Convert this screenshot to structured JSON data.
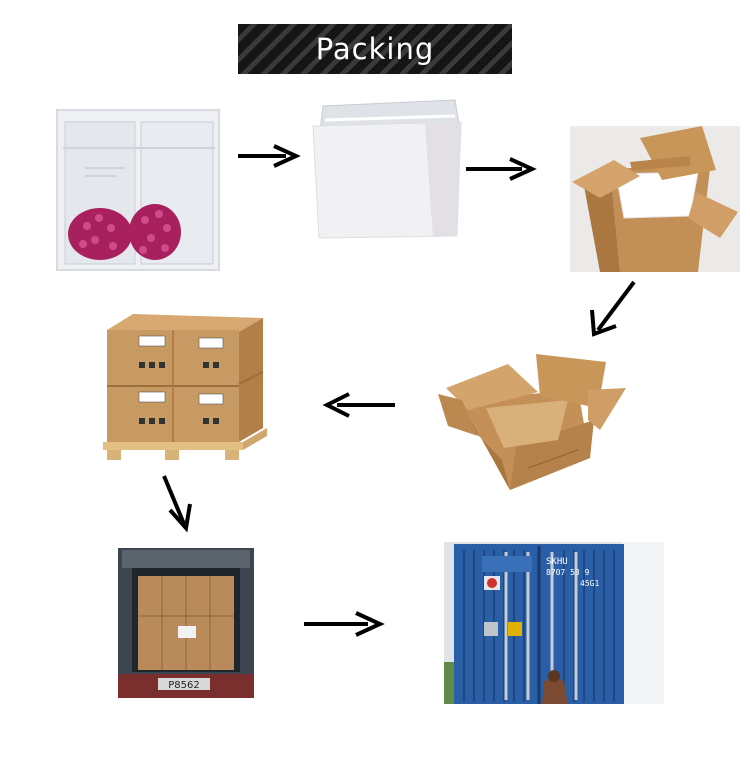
{
  "header": {
    "title": "Packing"
  },
  "steps": [
    {
      "id": "product-in-bag",
      "icon": "product-bag-icon"
    },
    {
      "id": "foam-wrap",
      "icon": "foam-block-icon"
    },
    {
      "id": "inner-box",
      "icon": "foam-lined-box-icon"
    },
    {
      "id": "outer-carton",
      "icon": "open-carton-icon"
    },
    {
      "id": "pallet",
      "icon": "pallet-icon"
    },
    {
      "id": "container-loading",
      "icon": "container-interior-icon"
    },
    {
      "id": "shipping-container",
      "icon": "container-door-icon"
    }
  ],
  "container_labels": {
    "code": "SKHU",
    "number": "8707 53 9",
    "sub": "45G1",
    "truck_plate": "P8562"
  },
  "colors": {
    "carton": "#c89a63",
    "container": "#2a5fa8",
    "banner": "#1c1c1c",
    "arrow": "#000000"
  }
}
